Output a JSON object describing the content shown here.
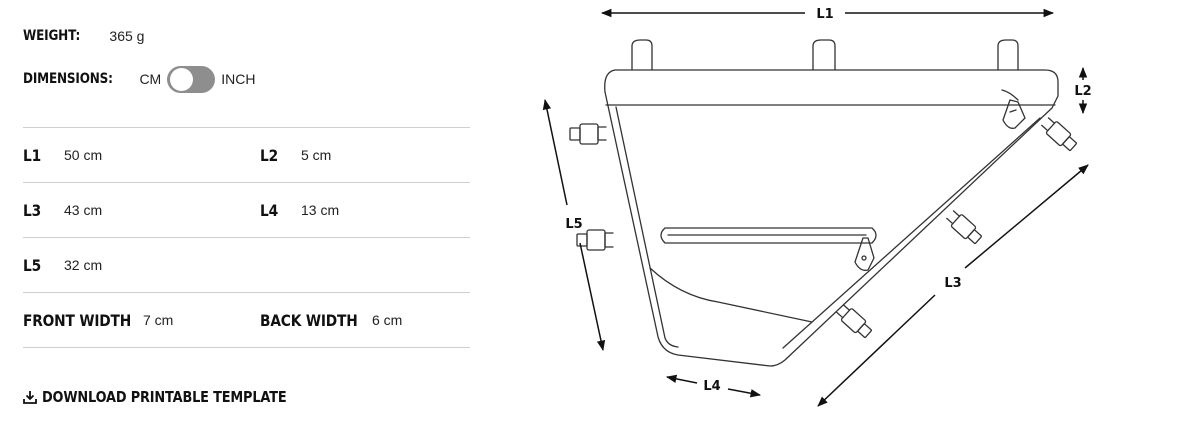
{
  "weight": {
    "label": "WEIGHT:",
    "value": "365 g"
  },
  "dimensions": {
    "label": "DIMENSIONS:",
    "unit_left": "CM",
    "unit_right": "INCH"
  },
  "rows": [
    [
      {
        "label": "L1",
        "value": "50 cm"
      },
      {
        "label": "L2",
        "value": "5 cm"
      }
    ],
    [
      {
        "label": "L3",
        "value": "43 cm"
      },
      {
        "label": "L4",
        "value": "13 cm"
      }
    ],
    [
      {
        "label": "L5",
        "value": "32 cm"
      }
    ],
    [
      {
        "label": "FRONT WIDTH",
        "value": "7 cm"
      },
      {
        "label": "BACK WIDTH",
        "value": "6 cm"
      }
    ]
  ],
  "download": {
    "label": "DOWNLOAD PRINTABLE TEMPLATE",
    "icon": "download-icon"
  },
  "diagram": {
    "labels": {
      "l1": "L1",
      "l2": "L2",
      "l3": "L3",
      "l4": "L4",
      "l5": "L5"
    }
  }
}
